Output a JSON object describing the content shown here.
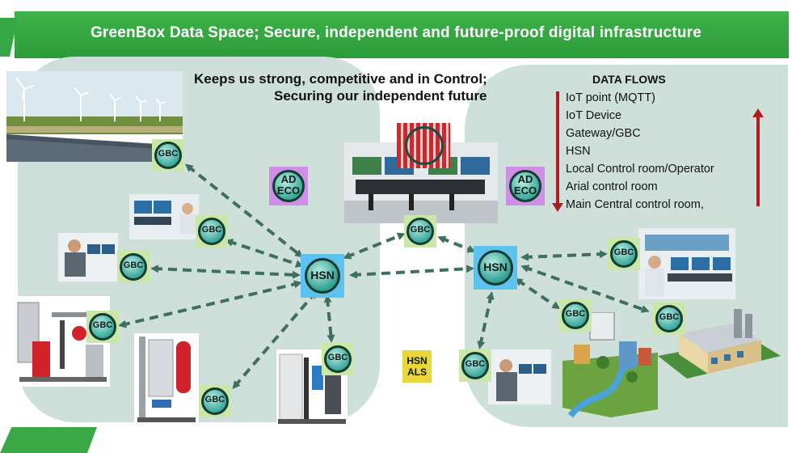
{
  "header": {
    "title": "GreenBox Data Space; Secure, independent and future-proof digital infrastructure"
  },
  "slogan": {
    "line1": "Keeps us strong, competitive and in Control;",
    "line2": "Securing our independent future"
  },
  "data_flows": {
    "title": "DATA FLOWS",
    "items": [
      "IoT point  (MQTT)",
      "IoT Device",
      "Gateway/GBC",
      "HSN",
      "Local Control room/Operator",
      "Arial control room",
      "Main Central control room,"
    ]
  },
  "nodes": {
    "gbc_label": "GBC",
    "hsn_label": "HSN",
    "ad_eco_line1": "AD",
    "ad_eco_line2": "ECO",
    "hsn_als_line1": "HSN",
    "hsn_als_line2": "ALS"
  },
  "colors": {
    "title_green": "#2c9b3a",
    "panel": "#cfe0da",
    "link": "#3f6f5f",
    "flow_arrow": "#b11b22",
    "gbc_bg": "#c9e8a8",
    "hsn_bg": "#5cc3ef",
    "ad_eco_bg": "#cf8ee8",
    "hsn_als_bg": "#e8d63a"
  },
  "icons": [
    "gbc-node-icon",
    "hsn-node-icon",
    "wind-farm-photo",
    "control-room-photo",
    "operator-photo",
    "skid-equipment-photo",
    "city-illustration",
    "factory-illustration"
  ]
}
